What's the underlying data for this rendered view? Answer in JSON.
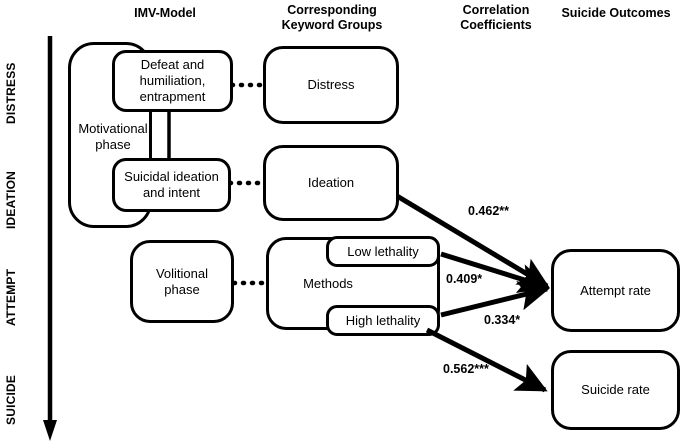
{
  "headers": [
    {
      "id": "imv-model",
      "label": "IMV-Model"
    },
    {
      "id": "keyword-groups",
      "label": "Corresponding\nKeyword Groups"
    },
    {
      "id": "correlation-coefficients",
      "label": "Correlation\nCoefficients"
    },
    {
      "id": "suicide-outcomes",
      "label": "Suicide Outcomes"
    }
  ],
  "stages": [
    {
      "id": "distress",
      "label": "DISTRESS"
    },
    {
      "id": "ideation",
      "label": "IDEATION"
    },
    {
      "id": "attempt",
      "label": "ATTEMPT"
    },
    {
      "id": "suicide",
      "label": "SUICIDE"
    }
  ],
  "imv_model": {
    "motivational_phase": "Motivational\nphase",
    "defeat_box": "Defeat and\nhumiliation,\nentrapment",
    "ideation_box": "Suicidal ideation\nand intent",
    "volitional_phase": "Volitional\nphase",
    "methods": "Methods",
    "low_lethality": "Low lethality",
    "high_lethality": "High lethality"
  },
  "keyword_groups": {
    "distress": "Distress",
    "ideation": "Ideation"
  },
  "outcomes": {
    "attempt_rate": "Attempt rate",
    "suicide_rate": "Suicide rate"
  },
  "coefficients": [
    {
      "id": "ideation-to-attempt",
      "value": "0.462**",
      "from": "Ideation",
      "to": "Attempt rate"
    },
    {
      "id": "low-lethality-to-attempt",
      "value": "0.409*",
      "from": "Low lethality",
      "to": "Attempt rate"
    },
    {
      "id": "high-lethality-to-attempt",
      "value": "0.334*",
      "from": "High lethality",
      "to": "Attempt rate"
    },
    {
      "id": "high-lethality-to-suicide",
      "value": "0.562***",
      "from": "High lethality",
      "to": "Suicide rate"
    }
  ],
  "colors": {
    "stroke": "#000000",
    "background": "#ffffff"
  }
}
